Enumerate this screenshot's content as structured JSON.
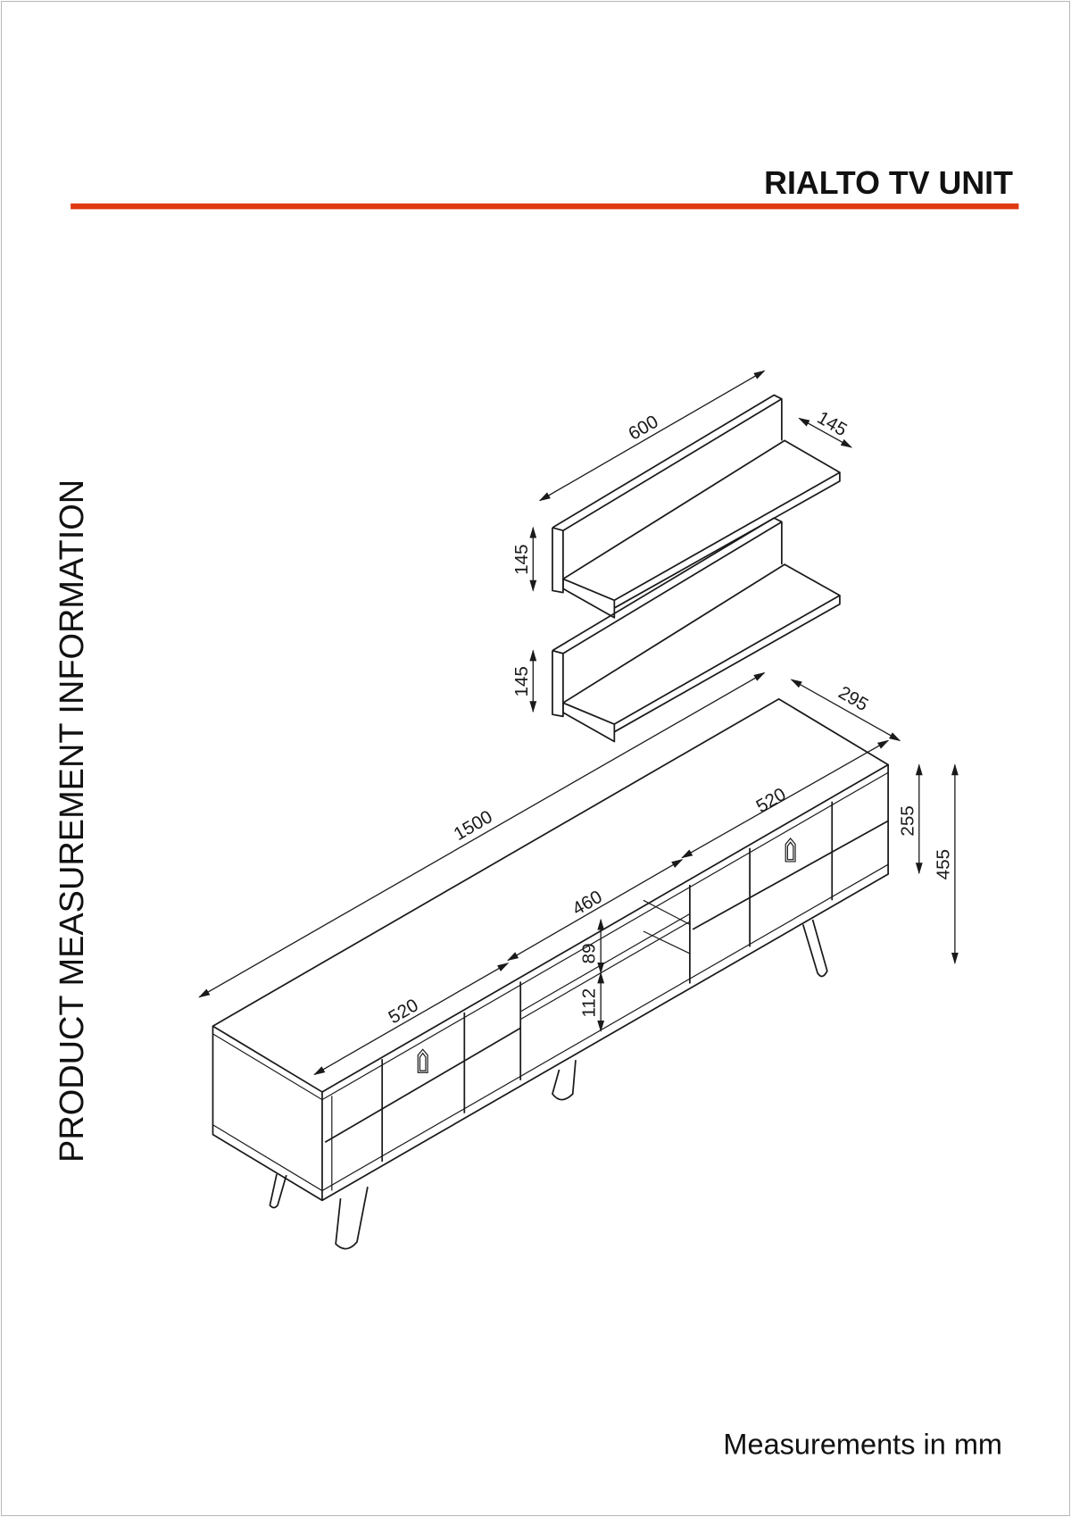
{
  "header": {
    "title": "RIALTO TV UNIT",
    "accent_color": "#e03a12"
  },
  "side_label": "PRODUCT MEASUREMENT INFORMATION",
  "footer": "Measurements in mm",
  "dimensions": {
    "shelf_width": "600",
    "shelf_depth": "145",
    "shelf1_height": "145",
    "shelf2_height": "145",
    "unit_depth": "295",
    "unit_width": "1500",
    "right_section_width": "520",
    "middle_section_width": "460",
    "left_section_width": "520",
    "upper_opening_height": "89",
    "lower_opening_height": "112",
    "body_height": "255",
    "total_height": "455"
  }
}
